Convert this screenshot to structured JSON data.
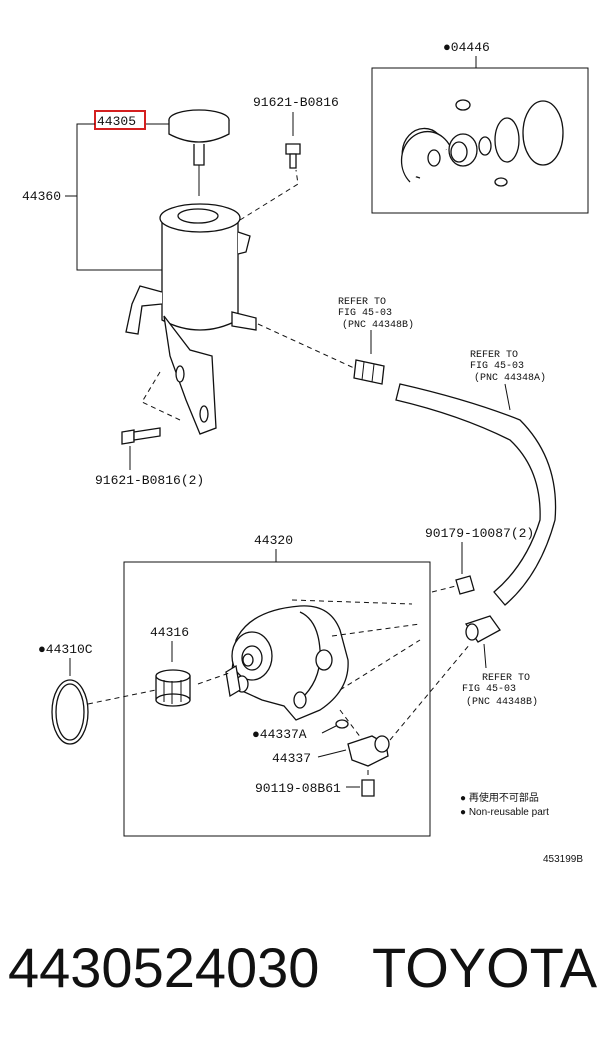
{
  "labels": {
    "kit": "●04446",
    "cap": "44305",
    "bolt_top": "91621-B0816",
    "reservoir": "44360",
    "bolt_bottom": "91621-B0816(2)",
    "pump": "44320",
    "bushing_code": "90179-10087(2)",
    "bearing": "44316",
    "oring": "●44310C",
    "gasket": "●44337A",
    "union": "44337",
    "union_bolt": "90119-08B61",
    "drawing_no": "453199B"
  },
  "refs": {
    "ref1": {
      "l1": "REFER TO",
      "l2": "FIG 45-03",
      "l3": "(PNC 44348B)"
    },
    "ref2": {
      "l1": "REFER TO",
      "l2": "FIG 45-03",
      "l3": "(PNC 44348A)"
    },
    "ref3": {
      "l1": "REFER TO",
      "l2": "FIG 45-03",
      "l3": "(PNC 44348B)"
    }
  },
  "legend": {
    "line1": "● 再使用不可部品",
    "line2": "● Non-reusable part"
  },
  "highlight_color": "#d42020",
  "footer": {
    "part_number": "4430524030",
    "brand": "TOYOTA"
  }
}
